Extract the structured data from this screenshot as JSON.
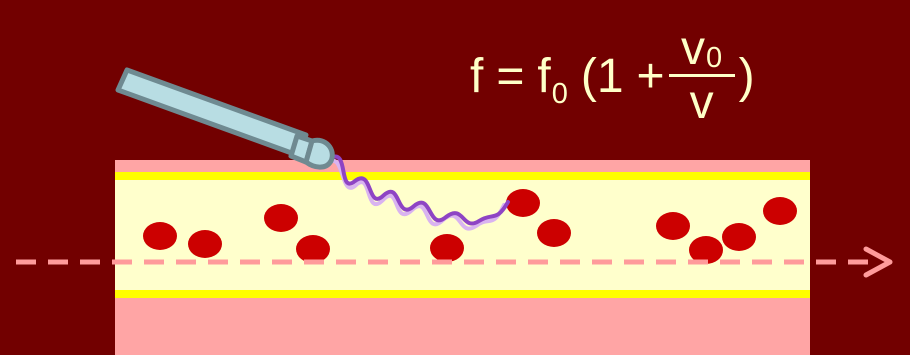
{
  "formula": {
    "lhs": "f",
    "equals": "=",
    "f_symbol": "f",
    "f_sub": "0",
    "open": "(",
    "one": "1",
    "plus": "+",
    "numerator": "v",
    "numerator_sub": "0",
    "denominator": "v",
    "close": ")"
  },
  "colors": {
    "background": "#720000",
    "vessel_outer": "#FFA5A5",
    "vessel_wall": "#FFFF00",
    "vessel_inner": "#FFFFCC",
    "blood_cell": "#CC0000",
    "flow_arrow": "#FF9B9B",
    "probe": "#B8DDE3",
    "probe_outline": "#6F8A91",
    "wave_light": "#D9B3F0",
    "wave_dark": "#8E44C4",
    "text": "#FFFFC8"
  },
  "icons": {
    "probe": "ultrasound-probe-icon",
    "flow": "flow-direction-arrow-icon"
  }
}
